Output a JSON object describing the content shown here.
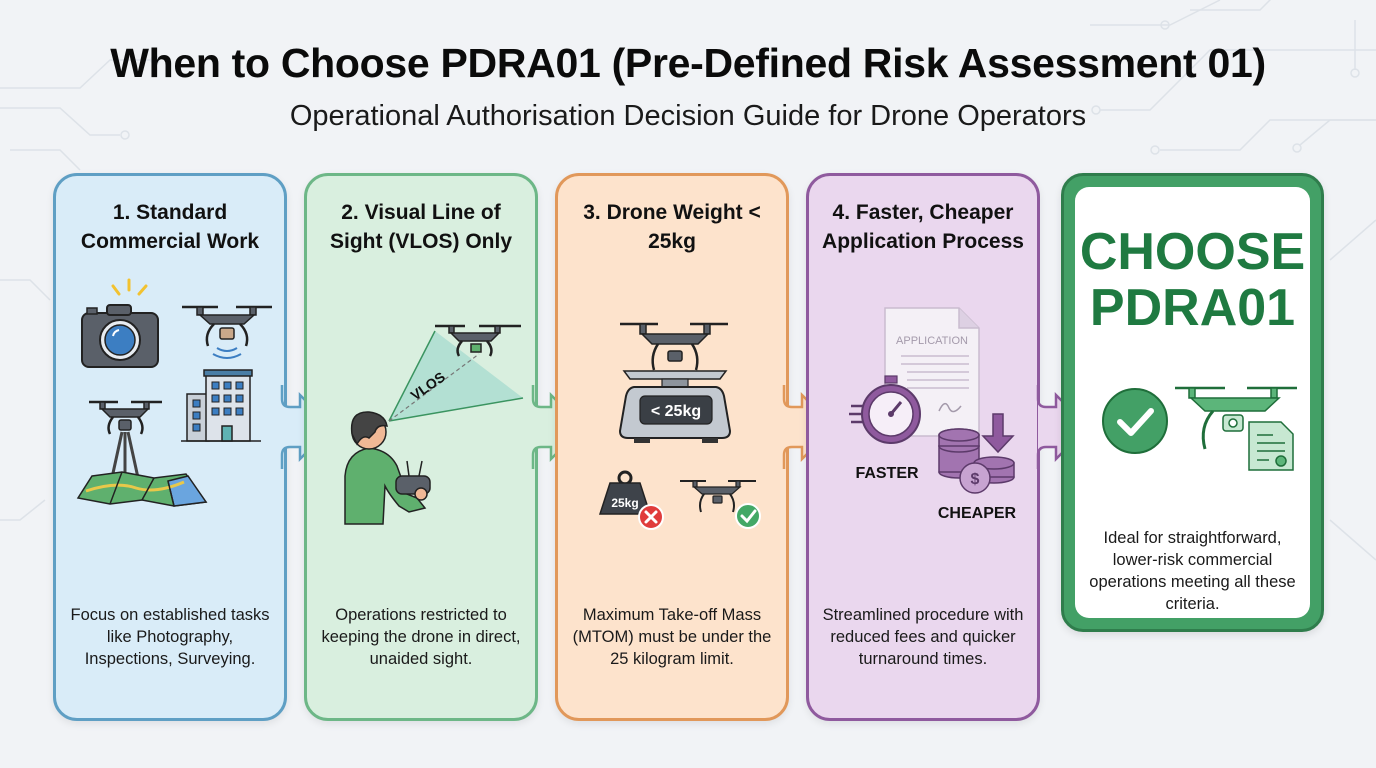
{
  "header": {
    "title": "When to Choose PDRA01 (Pre-Defined Risk Assessment 01)",
    "subtitle": "Operational Authorisation Decision Guide for Drone Operators"
  },
  "steps": [
    {
      "heading": "1. Standard Commercial Work",
      "description": "Focus on established tasks like Photography, Inspections, Surveying.",
      "icons": [
        "camera-icon",
        "inspection-drone-icon",
        "building-icon",
        "survey-drone-tripod-icon",
        "map-icon"
      ],
      "accent": "#5f9fc4"
    },
    {
      "heading": "2. Visual Line of Sight (VLOS) Only",
      "description": "Operations restricted to keeping the drone in direct, unaided sight.",
      "icon_label": "VLOS",
      "icons": [
        "pilot-with-controller-icon",
        "drone-icon",
        "sight-cone-icon"
      ],
      "accent": "#6db787"
    },
    {
      "heading": "3. Drone Weight < 25kg",
      "description": "Maximum Take-off Mass (MTOM) must be under the 25 kilogram limit.",
      "scale_label": "< 25kg",
      "weight_label": "25kg",
      "icons": [
        "drone-on-scale-icon",
        "weight-rejected-icon",
        "drone-approved-icon"
      ],
      "accent": "#e1985a"
    },
    {
      "heading": "4. Faster, Cheaper Application Process",
      "description": "Streamlined procedure with reduced fees and quicker turnaround times.",
      "document_label": "APPLICATION",
      "faster_label": "FASTER",
      "cheaper_label": "CHEAPER",
      "icons": [
        "application-document-icon",
        "stopwatch-icon",
        "coins-down-icon"
      ],
      "accent": "#8f5a9e"
    }
  ],
  "result": {
    "line1": "CHOOSE",
    "line2": "PDRA01",
    "description": "Ideal for straightforward, lower-risk commercial operations meeting all these criteria.",
    "icons": [
      "check-circle-icon",
      "drone-with-certificate-icon"
    ],
    "accent": "#1f7a41"
  }
}
